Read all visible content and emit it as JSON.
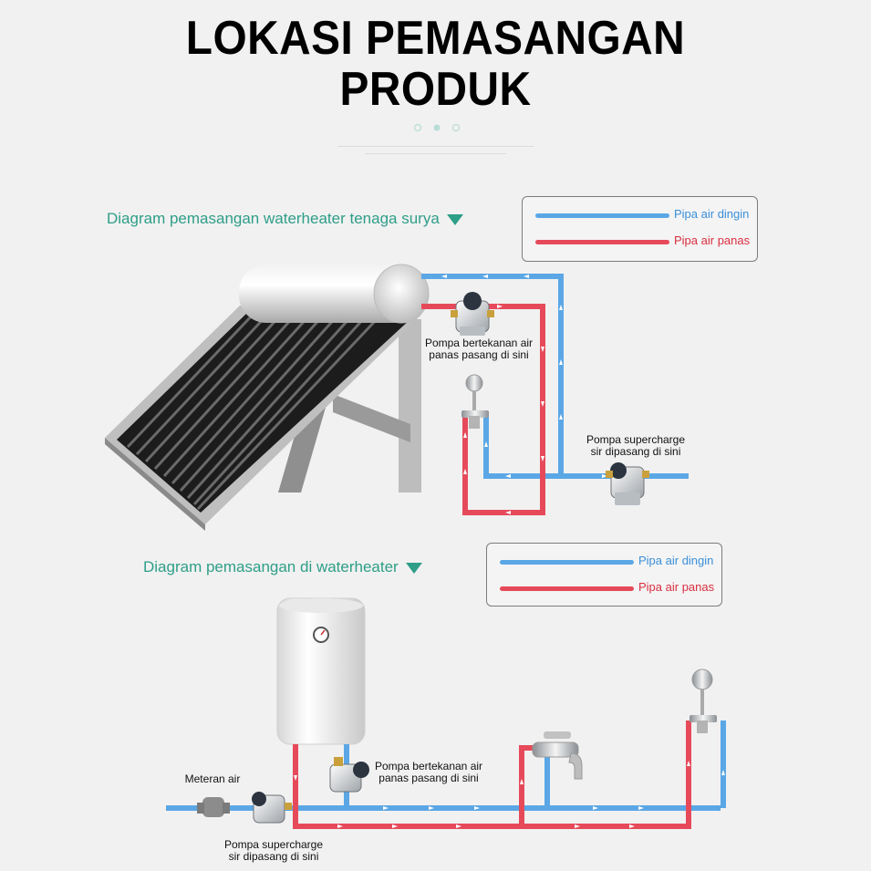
{
  "title": {
    "line1": "LOKASI PEMASANGAN",
    "line2": "PRODUK"
  },
  "colors": {
    "cold": "#5ba7e6",
    "hot": "#e64a5a",
    "accent": "#2e9e88"
  },
  "section1": {
    "title": "Diagram pemasangan waterheater tenaga surya",
    "legend": {
      "cold": "Pipa air dingin",
      "hot": "Pipa air panas"
    },
    "labels": {
      "hot_pump": [
        "Pompa bertekanan air",
        "panas pasang di sini"
      ],
      "supercharge_pump": [
        "Pompa supercharge",
        "sir dipasang di sini"
      ]
    }
  },
  "section2": {
    "title": "Diagram pemasangan di waterheater",
    "legend": {
      "cold": "Pipa air dingin",
      "hot": "Pipa air panas"
    },
    "labels": {
      "meter": "Meteran air",
      "hot_pump": [
        "Pompa bertekanan air",
        "panas pasang di sini"
      ],
      "supercharge_pump": [
        "Pompa supercharge",
        "sir dipasang di sini"
      ]
    }
  },
  "icons": [
    "solar-water-heater-icon",
    "electric-water-heater-icon",
    "pump-icon",
    "shower-head-icon",
    "faucet-icon",
    "water-meter-icon"
  ]
}
